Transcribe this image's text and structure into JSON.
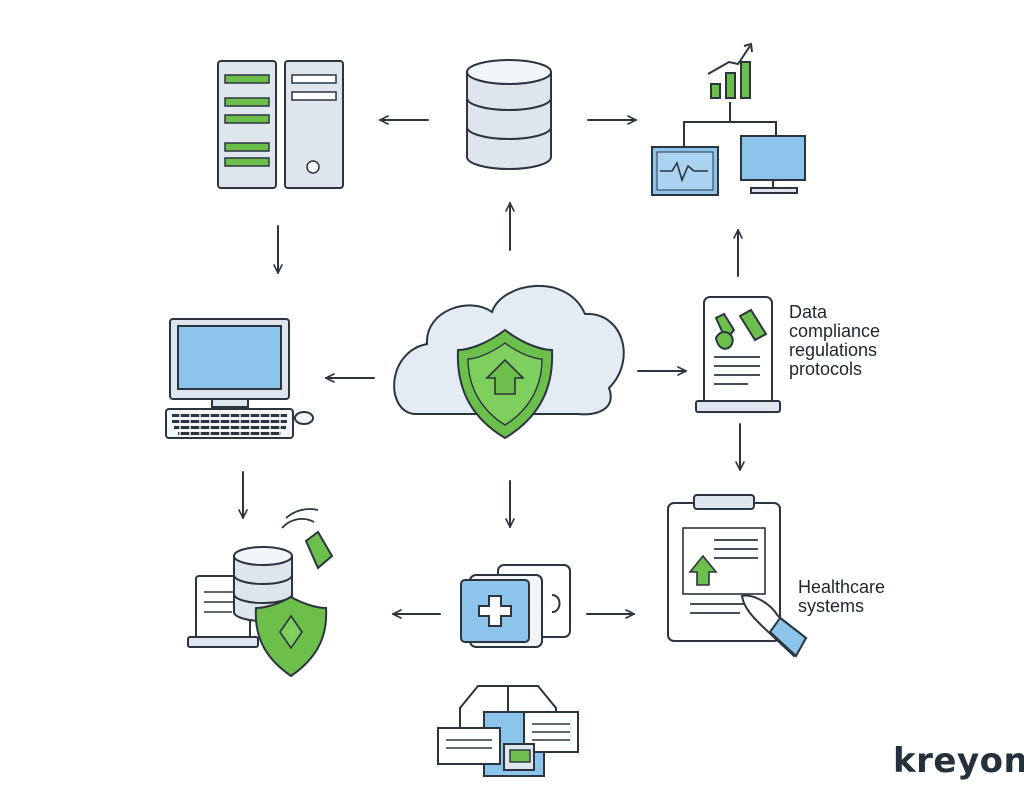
{
  "labels": {
    "compliance": [
      "Data",
      "compliance",
      "regulations",
      "protocols"
    ],
    "healthcare": [
      "Healthcare",
      "systems"
    ]
  },
  "brand": "kreyon",
  "colors": {
    "outline": "#2c3440",
    "green": "#6cbf4b",
    "blue": "#8cc4ec",
    "gray": "#dfe5ec",
    "cloud": "#e3ecf4"
  },
  "icons": [
    "server-rack-icon",
    "database-icon",
    "analytics-monitors-icon",
    "desktop-computer-icon",
    "cloud-shield-icon",
    "compliance-document-icon",
    "secure-database-icon",
    "medical-records-icon",
    "data-files-icon",
    "clipboard-icon"
  ]
}
